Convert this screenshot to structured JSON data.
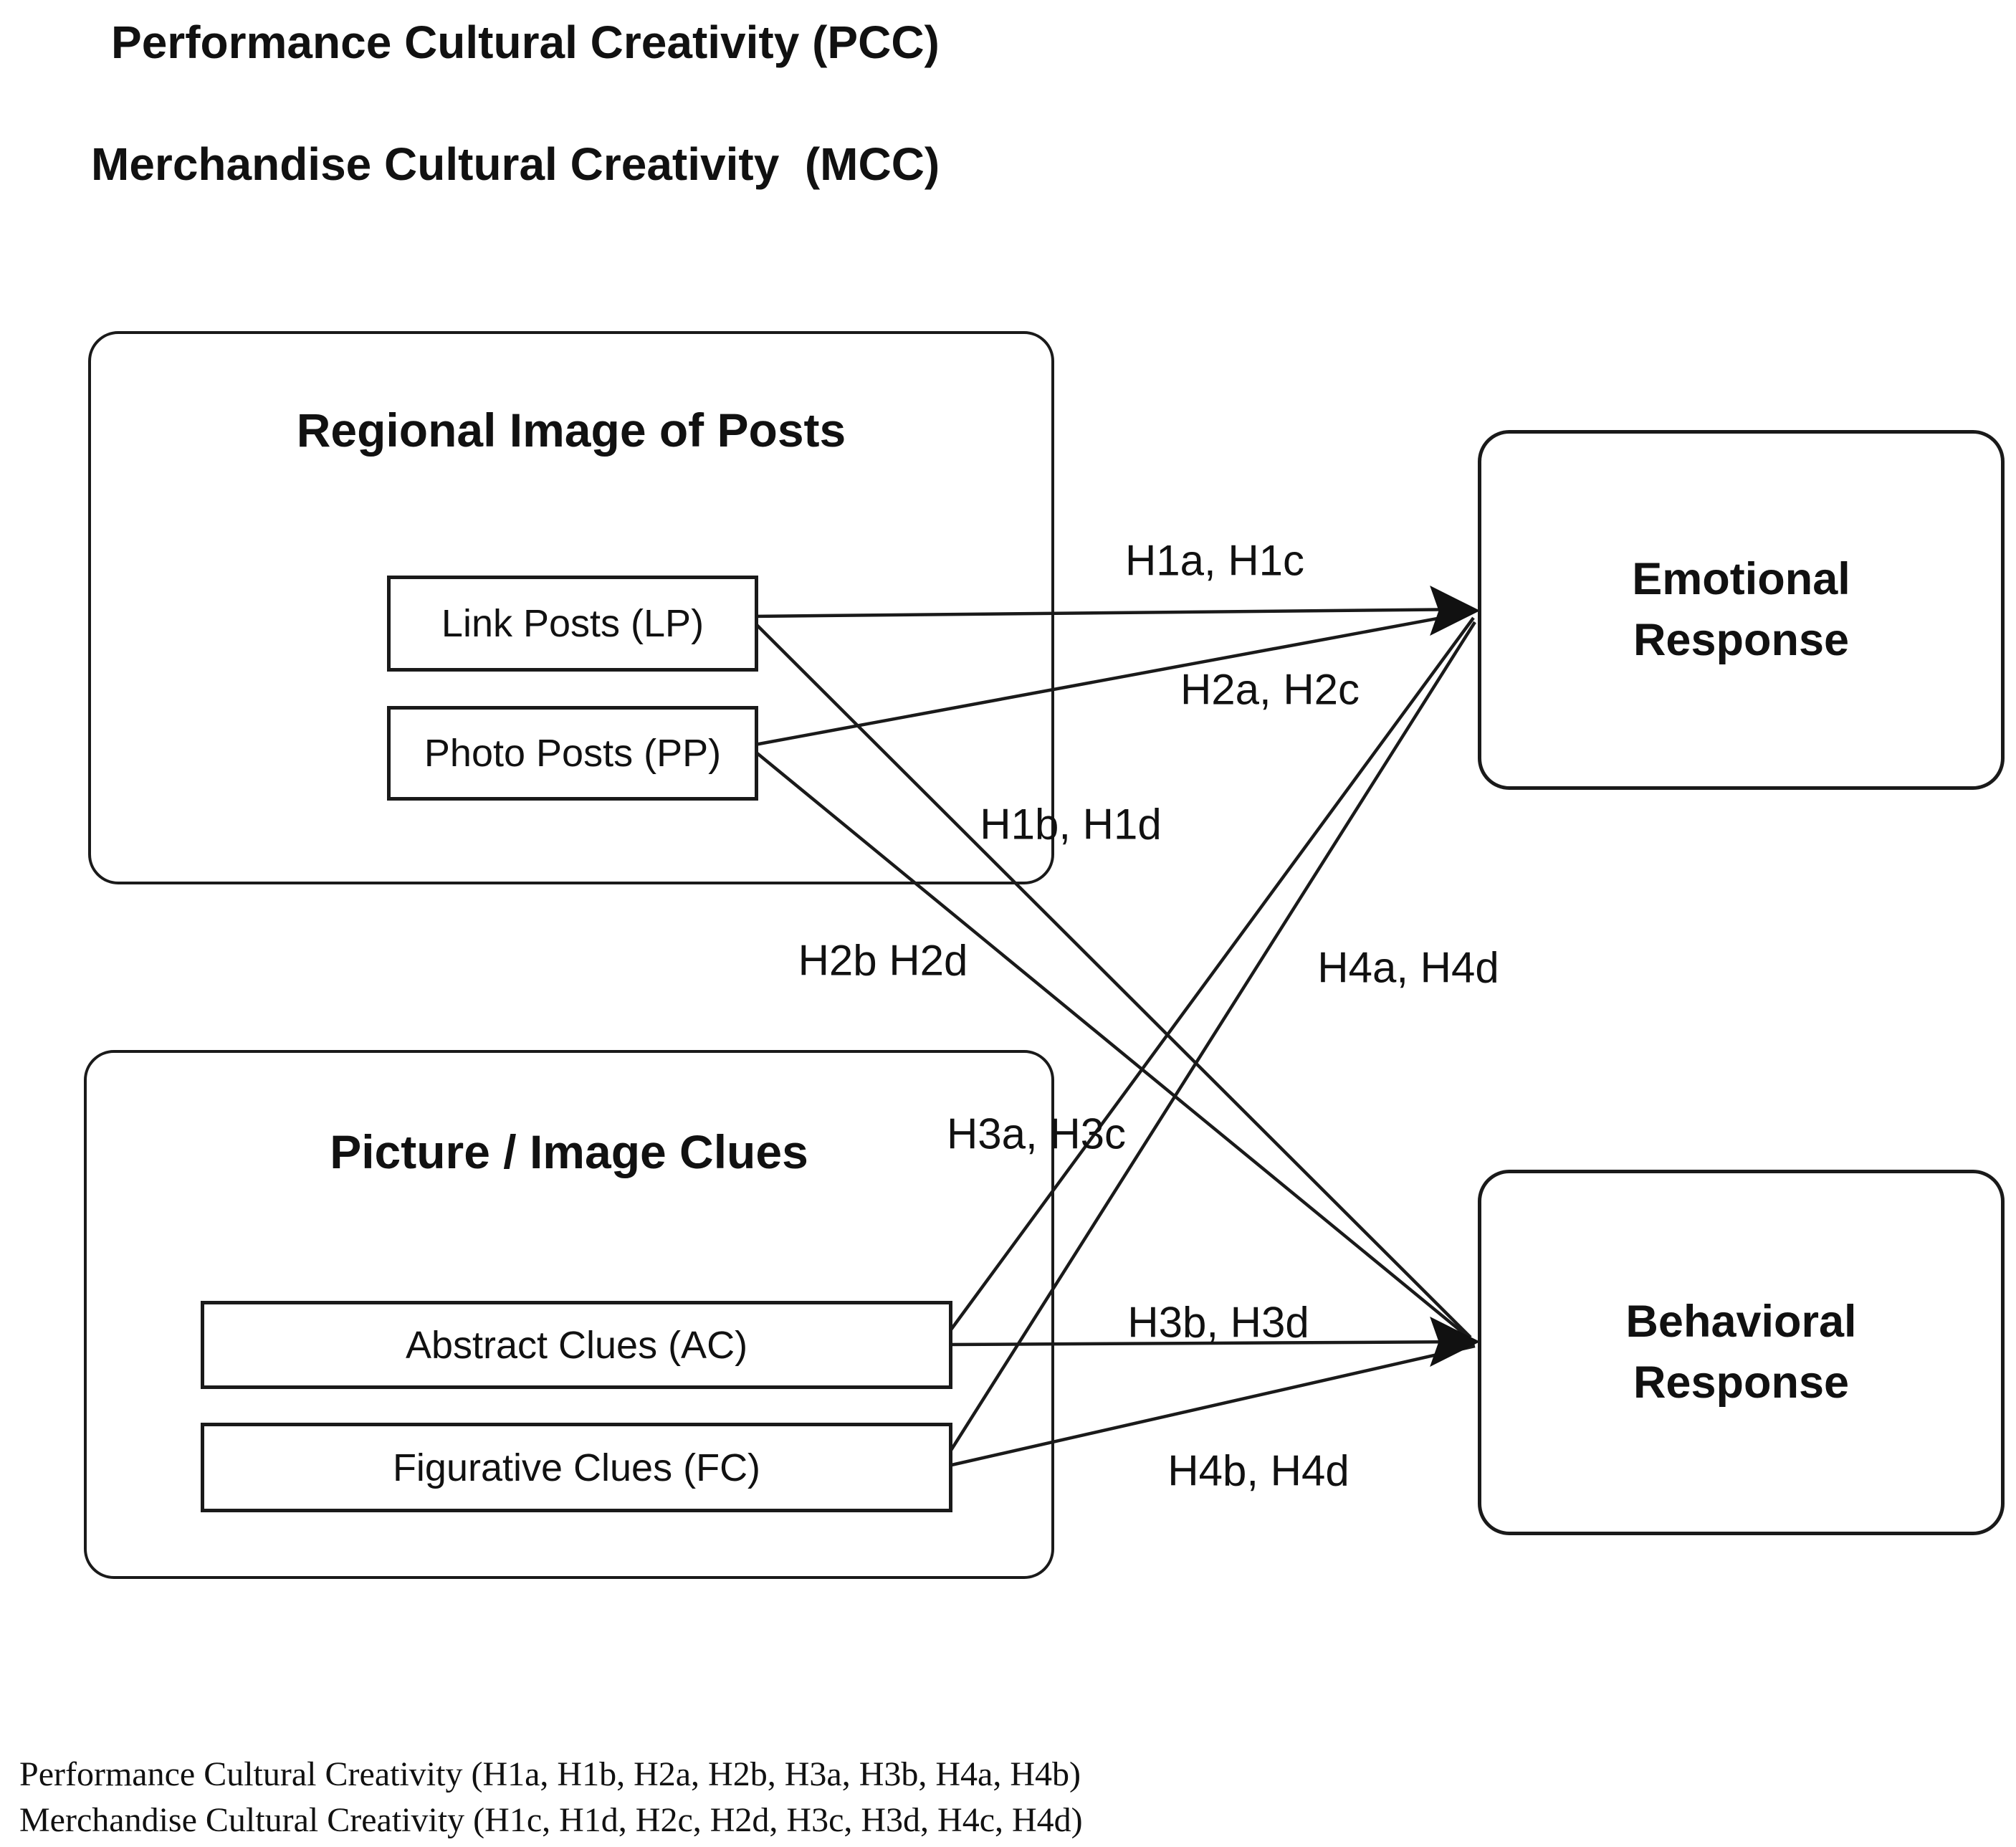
{
  "headings": {
    "pcc": "Performance Cultural Creativity (PCC)",
    "mcc": "Merchandise Cultural Creativity  (MCC)"
  },
  "groups": {
    "regional": {
      "title": "Regional Image of Posts",
      "items": [
        {
          "id": "lp",
          "label": "Link Posts (LP)"
        },
        {
          "id": "pp",
          "label": "Photo Posts (PP)"
        }
      ]
    },
    "picture": {
      "title": "Picture / Image Clues",
      "items": [
        {
          "id": "ac",
          "label": "Abstract Clues (AC)"
        },
        {
          "id": "fc",
          "label": "Figurative Clues (FC)"
        }
      ]
    }
  },
  "outcomes": {
    "emotional": {
      "label": "Emotional Response"
    },
    "behavioral": {
      "label": "Behavioral Response"
    }
  },
  "hypotheses": {
    "lp_emotional": "H1a, H1c",
    "pp_emotional": "H2a, H2c",
    "lp_behavioral": "H1b, H1d",
    "pp_behavioral": "H2b H2d",
    "ac_emotional": "H3a, H3c",
    "fc_emotional": "H4a, H4d",
    "ac_behavioral": "H3b, H3d",
    "fc_behavioral": "H4b, H4d"
  },
  "footnotes": {
    "line1": "Performance Cultural Creativity (H1a, H1b, H2a, H2b, H3a, H3b, H4a, H4b)",
    "line2": "Merchandise Cultural Creativity (H1c, H1d, H2c, H2d, H3c, H3d, H4c, H4d)"
  },
  "colors": {
    "ink": "#111111",
    "background": "#ffffff"
  }
}
